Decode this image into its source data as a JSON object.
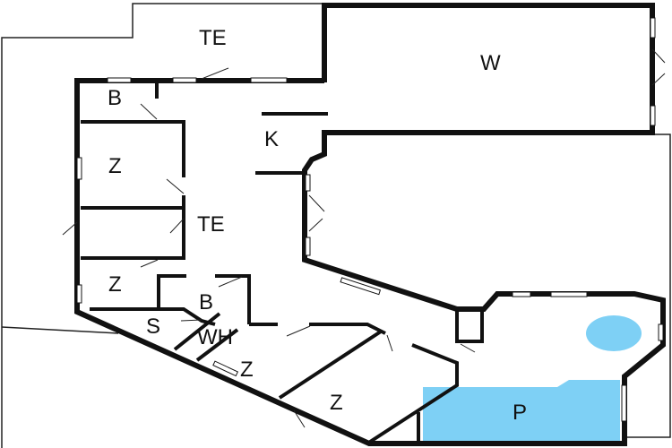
{
  "title": "Floor plan",
  "colors": {
    "wall": "#111111",
    "pool": "#7ed0f5",
    "background": "#ffffff"
  },
  "rooms": [
    {
      "id": "terrace-top",
      "label": "TE"
    },
    {
      "id": "living",
      "label": "W"
    },
    {
      "id": "bath-top",
      "label": "B"
    },
    {
      "id": "kitchen",
      "label": "K"
    },
    {
      "id": "bedroom-1",
      "label": "Z"
    },
    {
      "id": "hall",
      "label": "TE"
    },
    {
      "id": "bedroom-2",
      "label": "Z"
    },
    {
      "id": "bath-lower",
      "label": "B"
    },
    {
      "id": "sauna",
      "label": "S"
    },
    {
      "id": "utility",
      "label": "WH"
    },
    {
      "id": "bedroom-3",
      "label": "Z"
    },
    {
      "id": "bedroom-4",
      "label": "Z"
    },
    {
      "id": "pool",
      "label": "P"
    }
  ]
}
